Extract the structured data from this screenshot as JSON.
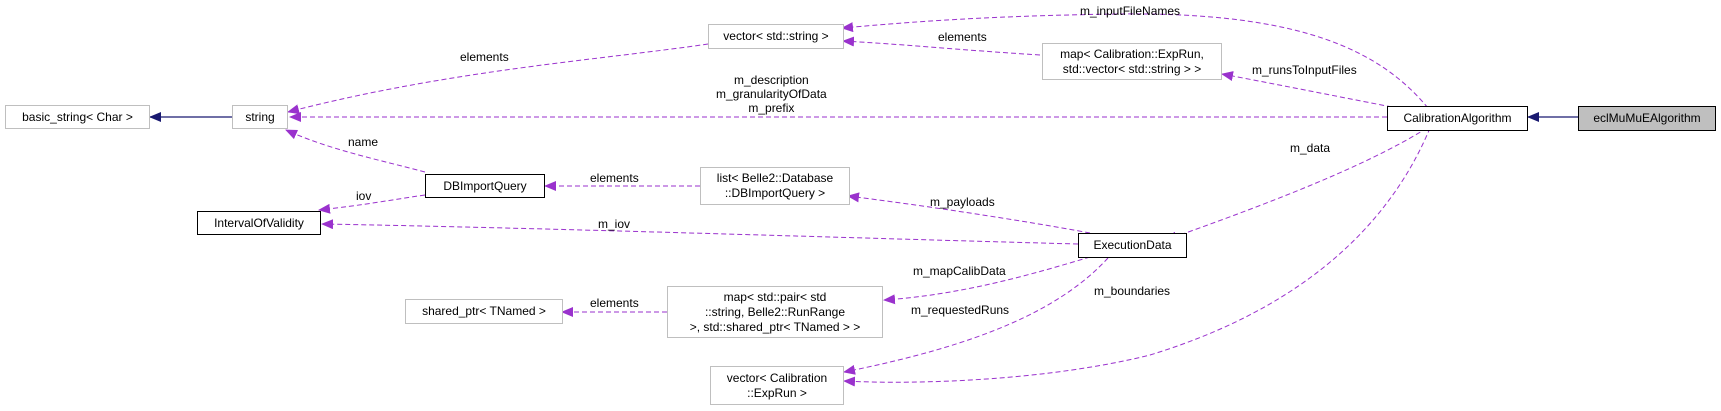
{
  "colors": {
    "dashed_edge": "#9a32cd",
    "inherit_edge": "#191970",
    "grey_border": "#bfbfbf",
    "focus_fill": "#bfbfbf"
  },
  "nodes": {
    "basic_string": "basic_string< Char >",
    "string": "string",
    "interval": "IntervalOfValidity",
    "dbimportquery": "DBImportQuery",
    "vector_string": "vector< std::string >",
    "map_exprun": "map< Calibration::ExpRun,\nstd::vector< std::string > >",
    "list_belle2": "list< Belle2::Database\n::DBImportQuery >",
    "execution_data": "ExecutionData",
    "shared_ptr": "shared_ptr< TNamed >",
    "map_pair": "map< std::pair< std\n::string, Belle2::RunRange\n>, std::shared_ptr< TNamed > >",
    "vector_exprun": "vector< Calibration\n::ExpRun >",
    "calibration_algorithm": "CalibrationAlgorithm",
    "ecl_algorithm": "eclMuMuEAlgorithm"
  },
  "edge_labels": {
    "m_inputFileNames": "m_inputFileNames",
    "elements_vs_string": "elements",
    "elements_map_vs": "elements",
    "m_runsToInputFiles": "m_runsToInputFiles",
    "m_string_members": "m_description\nm_granularityOfData\nm_prefix",
    "name": "name",
    "iov": "iov",
    "elements_list": "elements",
    "m_data": "m_data",
    "m_payloads": "m_payloads",
    "m_iov": "m_iov",
    "m_mapCalibData": "m_mapCalibData",
    "m_boundaries": "m_boundaries",
    "elements_shared": "elements",
    "m_requestedRuns": "m_requestedRuns"
  }
}
